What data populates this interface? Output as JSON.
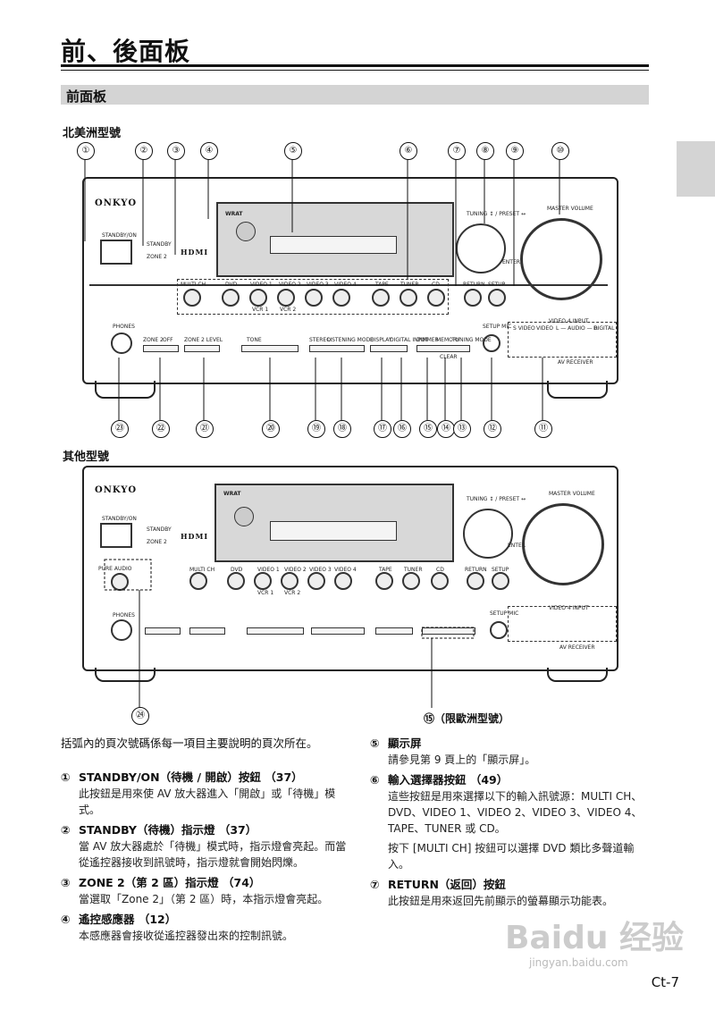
{
  "title": "前、後面板",
  "section": "前面板",
  "model_na": "北美洲型號",
  "model_other": "其他型號",
  "brand": "ONKYO",
  "wrat": "WRAT",
  "hdmi": "HDMI",
  "labels": {
    "standby_on": "STANDBY/ON",
    "standby": "STANDBY",
    "zone2": "ZONE 2",
    "tuning": "TUNING ↕ / PRESET ↔",
    "enter": "ENTER",
    "master_volume": "MASTER VOLUME",
    "phones": "PHONES",
    "setup_mic": "SETUP MIC",
    "video4_input": "VIDEO 4 INPUT",
    "av_receiver": "AV RECEIVER",
    "pure_audio": "PURE AUDIO",
    "return": "RETURN",
    "setup": "SETUP"
  },
  "inputs_row": [
    "MULTI CH",
    "DVD",
    "VIDEO 1",
    "VIDEO 2",
    "VIDEO 3",
    "VIDEO 4",
    "TAPE",
    "TUNER",
    "CD"
  ],
  "vcr": [
    "VCR 1",
    "VCR 2"
  ],
  "lower_row": [
    "ZONE 2",
    "OFF",
    "ZONE 2 LEVEL",
    "TONE",
    "STEREO",
    "LISTENING MODE",
    "DISPLAY",
    "DIGITAL INPUT",
    "DIMMER",
    "MEMORY",
    "TUNING MODE",
    "CLEAR"
  ],
  "video4_jacks": [
    "S VIDEO",
    "VIDEO",
    "L — AUDIO — R",
    "DIGITAL"
  ],
  "callouts_top": [
    "①",
    "②",
    "③",
    "④",
    "⑤",
    "⑥",
    "⑦",
    "⑧",
    "⑨",
    "⑩"
  ],
  "callouts_bottom": [
    "㉓",
    "㉒",
    "㉑",
    "⑳",
    "⑲",
    "⑱",
    "⑰",
    "⑯",
    "⑮",
    "⑭",
    "⑬",
    "⑫",
    "⑪"
  ],
  "callout_24": "㉔",
  "callout_15_note": "⑮（限歐洲型號）",
  "intro": "括弧內的頁次號碼係每一項目主要說明的頁次所在。",
  "left_items": [
    {
      "num": "①",
      "head": "STANDBY/ON（待機 / 開啟）按鈕 （37）",
      "desc": "此按鈕是用來使 AV 放大器進入「開啟」或「待機」模式。"
    },
    {
      "num": "②",
      "head": "STANDBY（待機）指示燈 （37）",
      "desc": "當 AV 放大器處於「待機」模式時，指示燈會亮起。而當從遙控器接收到訊號時，指示燈就會開始閃爍。"
    },
    {
      "num": "③",
      "head": "ZONE 2（第 2 區）指示燈 （74）",
      "desc": "當選取「Zone 2」（第 2 區）時，本指示燈會亮起。"
    },
    {
      "num": "④",
      "head": "遙控感應器 （12）",
      "desc": "本感應器會接收從遙控器發出來的控制訊號。"
    }
  ],
  "right_items": [
    {
      "num": "⑤",
      "head": "顯示屏",
      "desc": "請參見第 9 頁上的「顯示屏」。"
    },
    {
      "num": "⑥",
      "head": "輸入選擇器按鈕 （49）",
      "desc": "這些按鈕是用來選擇以下的輸入訊號源：MULTI CH、DVD、VIDEO 1、VIDEO 2、VIDEO 3、VIDEO 4、TAPE、TUNER 或 CD。",
      "desc2": "按下 [MULTI CH] 按鈕可以選擇 DVD 類比多聲道輸入。"
    },
    {
      "num": "⑦",
      "head": "RETURN（返回）按鈕",
      "desc": "此按鈕是用來返回先前顯示的螢幕顯示功能表。"
    }
  ],
  "page_number": "Ct-7",
  "watermark": "Baidu 经验",
  "watermark_url": "jingyan.baidu.com"
}
